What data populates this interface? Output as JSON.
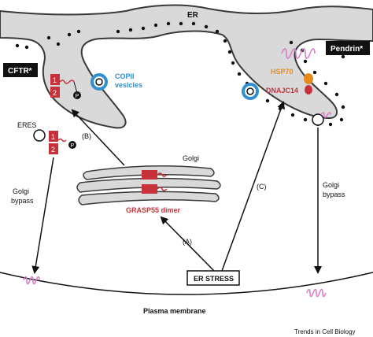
{
  "labels": {
    "er": "ER",
    "cftr": "CFTR*",
    "pendrin": "Pendrin*",
    "copii": "COPII",
    "vesicles": "vesicles",
    "eres": "ERES",
    "hsp70": "HSP70",
    "dnajc14": "DNAJC14",
    "golgi": "Golgi",
    "grasp55": "GRASP55 dimer",
    "golgi_bypass_left_1": "Golgi",
    "golgi_bypass_left_2": "bypass",
    "golgi_bypass_right_1": "Golgi",
    "golgi_bypass_right_2": "bypass",
    "step_a": "(A)",
    "step_b": "(B)",
    "step_c": "(C)",
    "er_stress": "ER STRESS",
    "plasma_membrane": "Plasma membrane",
    "journal": "Trends in Cell Biology"
  },
  "domain_numbers": {
    "top": "1",
    "bottom": "2",
    "phospho": "P"
  },
  "colors": {
    "er_fill": "#d9d9d9",
    "er_stroke": "#3a3a3a",
    "cftr_red": "#c8313a",
    "pendrin_pink": "#d77ac8",
    "copii_blue": "#2f8fd0",
    "hsp70_orange": "#e58c1c",
    "label_box": "#111111"
  }
}
